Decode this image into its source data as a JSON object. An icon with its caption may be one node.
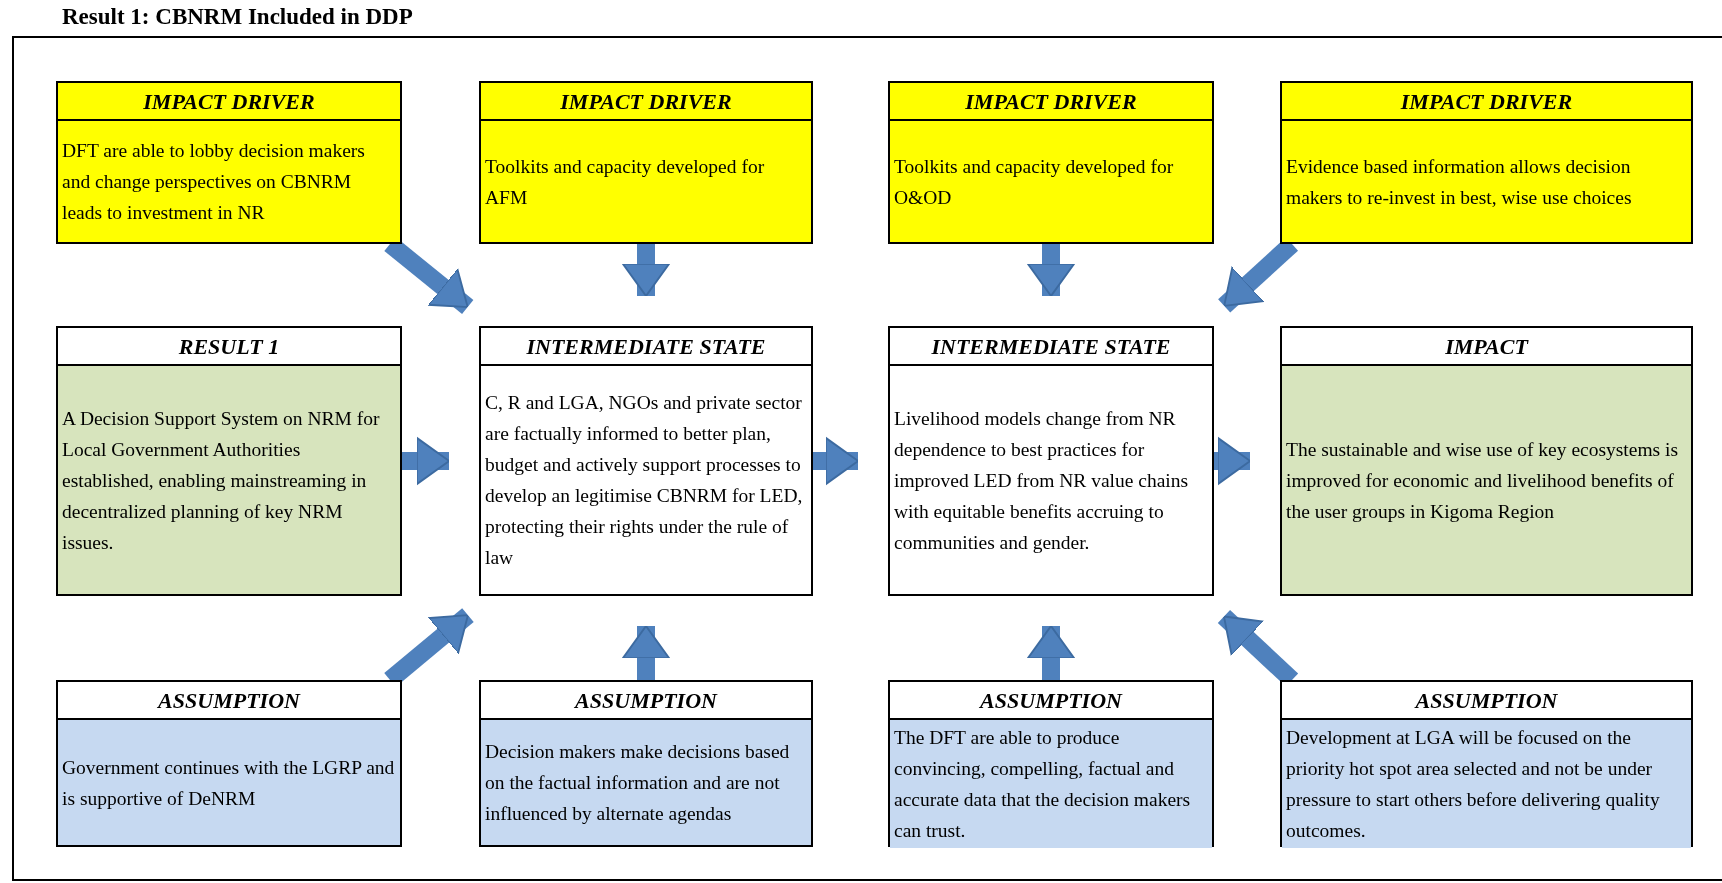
{
  "diagram": {
    "nodes": [
      {
        "text": [
          "Result 1: CBNRM Included in DDP"
        ]
      },
      {
        "text": [
          "IMPACT DRIVER",
          "DFT are able to lobby decision makers and change perspectives on CBNRM leads to investment in NR"
        ],
        "in": 0
      },
      {
        "text": [
          "IMPACT DRIVER",
          "Toolkits and capacity developed for AFM"
        ],
        "in": 0
      },
      {
        "text": [
          "IMPACT DRIVER",
          "Toolkits and capacity developed for O&OD"
        ],
        "in": 0
      },
      {
        "text": [
          "IMPACT DRIVER",
          "Evidence based information allows decision makers to re-invest in best, wise use choices"
        ],
        "in": 0
      },
      {
        "text": [
          "RESULT 1",
          "A Decision Support System on NRM for Local Government Authorities established, enabling mainstreaming in decentralized planning of key NRM issues."
        ],
        "in": 0
      },
      {
        "text": [
          "INTERMEDIATE STATE",
          "C, R and LGA, NGOs and private sector are factually informed to better plan, budget and actively support processes to develop an legitimise CBNRM for LED, protecting their rights under the rule of law"
        ],
        "in": 0
      },
      {
        "text": [
          "INTERMEDIATE STATE",
          "Livelihood models change from NR dependence to best practices for improved LED from NR value chains with equitable benefits accruing to communities and gender."
        ],
        "in": 0
      },
      {
        "text": [
          "IMPACT",
          "The sustainable and wise use of key ecosystems is improved for economic and livelihood benefits of the user groups in Kigoma Region"
        ],
        "in": 0
      },
      {
        "text": [
          "ASSUMPTION",
          "Government continues with the LGRP and is supportive of DeNRM"
        ],
        "in": 0
      },
      {
        "text": [
          "ASSUMPTION",
          "Decision makers make decisions based on the factual information and are not influenced by alternate agendas"
        ],
        "in": 0
      },
      {
        "text": [
          "ASSUMPTION",
          "The DFT are able to produce convincing, compelling, factual and accurate data that the decision makers can trust."
        ],
        "in": 0
      },
      {
        "text": [
          "ASSUMPTION",
          "Development at LGA will be focused on the priority hot spot area selected and not be under pressure to start others before delivering quality outcomes."
        ],
        "in": 0
      }
    ],
    "edges": [
      {
        "from": 1,
        "to": 6,
        "arrow": "to"
      },
      {
        "from": 2,
        "to": 6,
        "arrow": "to"
      },
      {
        "from": 3,
        "to": 7,
        "arrow": "to"
      },
      {
        "from": 4,
        "to": 7,
        "arrow": "to"
      },
      {
        "from": 5,
        "to": 6,
        "arrow": "to"
      },
      {
        "from": 6,
        "to": 7,
        "arrow": "to"
      },
      {
        "from": 7,
        "to": 8,
        "arrow": "to"
      },
      {
        "from": 9,
        "to": 6,
        "arrow": "to"
      },
      {
        "from": 10,
        "to": 6,
        "arrow": "to"
      },
      {
        "from": 11,
        "to": 7,
        "arrow": "to"
      },
      {
        "from": 12,
        "to": 7,
        "arrow": "to"
      }
    ]
  }
}
